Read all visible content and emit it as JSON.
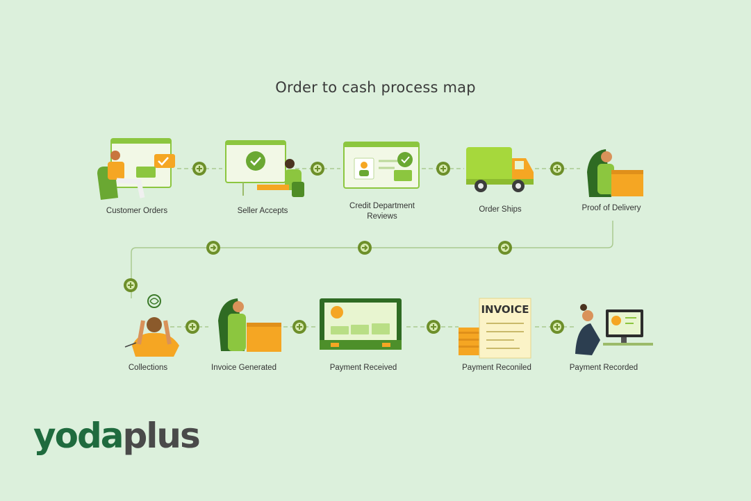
{
  "title": "Order to cash process map",
  "steps_row1": [
    {
      "label": "Customer Orders",
      "icon": "customer-orders-icon"
    },
    {
      "label": "Seller Accepts",
      "icon": "seller-accepts-icon"
    },
    {
      "label": "Credit Department Reviews",
      "icon": "credit-review-icon"
    },
    {
      "label": "Order Ships",
      "icon": "truck-icon"
    },
    {
      "label": "Proof of Delivery",
      "icon": "delivery-person-icon"
    }
  ],
  "steps_row2": [
    {
      "label": "Collections",
      "icon": "stressed-person-icon"
    },
    {
      "label": "Invoice Generated",
      "icon": "person-with-box-icon"
    },
    {
      "label": "Payment Received",
      "icon": "cash-briefcase-icon"
    },
    {
      "label": "Payment Reconiled",
      "icon": "invoice-document-icon"
    },
    {
      "label": "Payment Recorded",
      "icon": "person-at-computer-icon"
    }
  ],
  "invoice_text": "INVOICE",
  "brand": {
    "part1": "yoda",
    "part2": "plus"
  },
  "colors": {
    "background": "#dcf0dc",
    "accent_green": "#8cc63f",
    "orange": "#f5a623",
    "node": "#6d8f2a",
    "brand_green": "#1f6b3e"
  }
}
